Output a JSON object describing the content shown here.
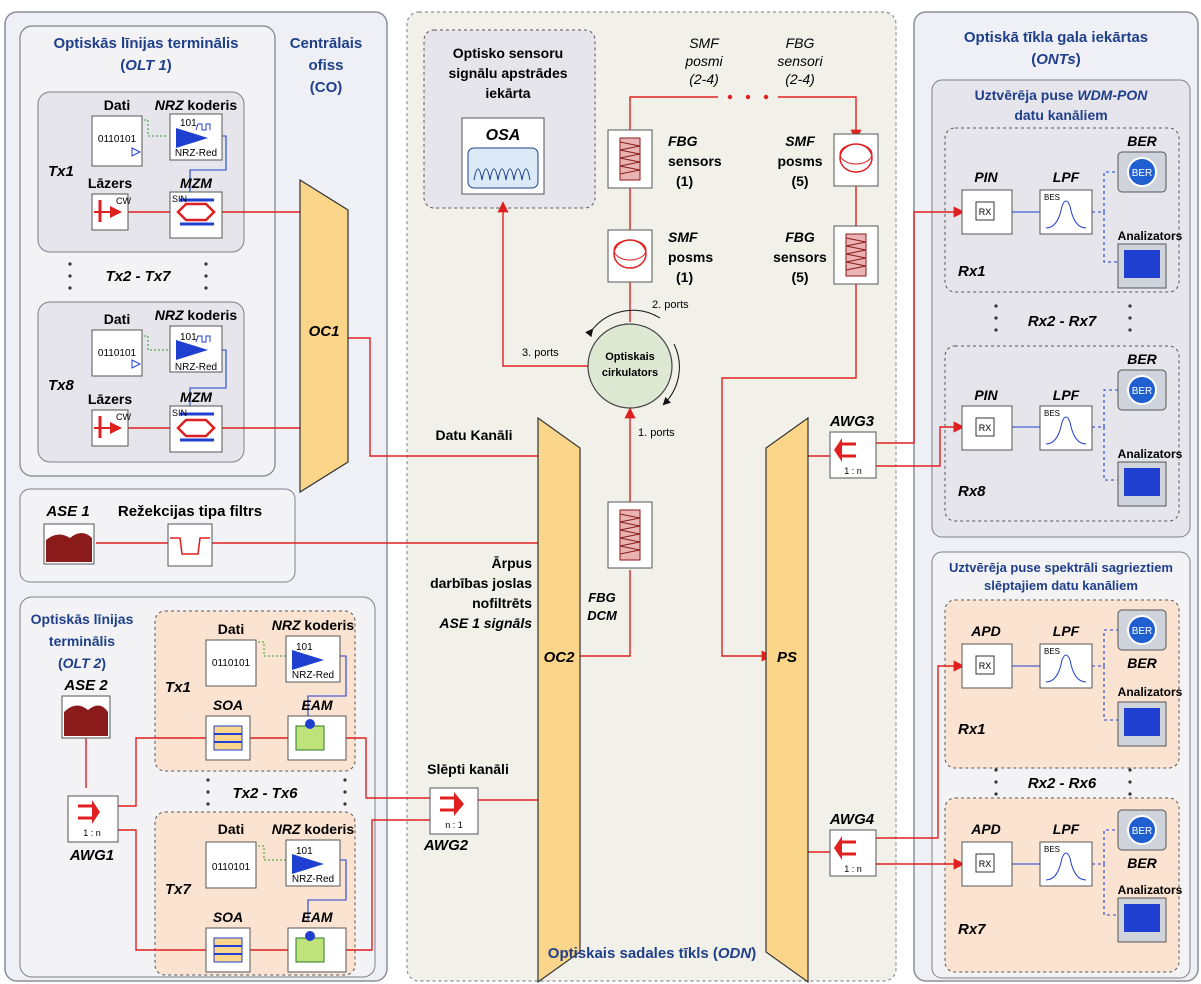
{
  "co": {
    "olt1_line1": "Optiskās līnijas terminālis",
    "olt1_paren_open": "(",
    "olt1_name": "OLT 1",
    "olt1_paren_close": ")",
    "co_line1": "Centrālais",
    "co_line2": "ofiss",
    "co_abbr": "(CO)",
    "tx1": "Tx1",
    "tx_mid": "Tx2 - Tx7",
    "tx8": "Tx8",
    "data_label": "Dati",
    "nrz_label_a": "NRZ",
    "nrz_label_b": " koderis",
    "bits": "0110101",
    "bits_101": "101",
    "nrz_red": "NRZ-Red",
    "laser_label": "Lāzers",
    "cw": "CW",
    "mzm": "MZM",
    "sin": "SIN",
    "oc1": "OC1",
    "ase1": "ASE 1",
    "notch_filter": "Režekcijas tipa filtrs",
    "olt2_line1": "Optiskās līnijas",
    "olt2_line2": "terminālis",
    "olt2_name": "OLT 2",
    "ase2": "ASE 2",
    "awg1": "AWG1",
    "one_n": "1 : n",
    "soa": "SOA",
    "eam": "EAM",
    "tx7": "Tx7",
    "tx_mid2": "Tx2 - Tx6"
  },
  "odn": {
    "processing_line1": "Optisko sensoru",
    "processing_line2": "signālu apstrādes",
    "processing_line3": "iekārta",
    "osa": "OSA",
    "smf_segments_a": "SMF",
    "smf_segments_b": "posmi",
    "smf_segments_c": "(2-4)",
    "fbg_sensors_a": "FBG",
    "fbg_sensors_b": "sensori",
    "fbg_sensors_c": "(2-4)",
    "fbg1_a": "FBG",
    "fbg1_b": "sensors",
    "fbg1_c": "(1)",
    "smf1_a": "SMF",
    "smf1_b": "posms",
    "smf1_c": "(1)",
    "smf5_a": "SMF",
    "smf5_b": "posms",
    "smf5_c": "(5)",
    "fbg5_a": "FBG",
    "fbg5_b": "sensors",
    "fbg5_c": "(5)",
    "port2": "2. ports",
    "port3": "3. ports",
    "port1": "1. ports",
    "circ_a": "Optiskais",
    "circ_b": "cirkulators",
    "data_channels": "Datu Kanāli",
    "ase_filtered_1": "Ārpus",
    "ase_filtered_2": "darbības joslas",
    "ase_filtered_3": "nofiltrēts",
    "ase_filtered_4": "ASE 1 signāls",
    "fbg_dcm_a": "FBG",
    "fbg_dcm_b": "DCM",
    "oc2": "OC2",
    "ps": "PS",
    "hidden_channels": "Slēpti kanāli",
    "awg2": "AWG2",
    "n_one": "n : 1",
    "awg3": "AWG3",
    "awg4": "AWG4",
    "one_n": "1 : n",
    "footer_a": "Optiskais sadales tīkls (",
    "footer_b": "ODN",
    "footer_c": ")"
  },
  "ont": {
    "title_a": "Optiskā tīkla gala iekārtas",
    "title_b_open": "(",
    "title_b_name": "ONTs",
    "title_b_close": ")",
    "wdm_a": "Uztvērēja puse ",
    "wdm_b": "WDM-PON",
    "wdm_c": "datu kanāliem",
    "pin": "PIN",
    "lpf": "LPF",
    "ber": "BER",
    "bes": "BES",
    "rx": "RX",
    "analyzer": "Analizators",
    "rx1": "Rx1",
    "rx_mid": "Rx2 - Rx7",
    "rx8": "Rx8",
    "spec_a": "Uztvērēja puse spektrāli sagrieztiem",
    "spec_b": "slēptajiem datu kanāliem",
    "apd": "APD",
    "rx_mid2": "Rx2 - Rx6",
    "rx7": "Rx7"
  },
  "colors": {
    "fiber": "#e02020",
    "electrical": "#1f3fd0",
    "outer_panel": "#eef0f5",
    "odn_panel": "#f1f1ea",
    "inner_grey": "#e6e5ec",
    "inner_peach": "#fbe3d2",
    "trapezoid": "#fad58a",
    "title_blue": "#1f3f8a"
  }
}
